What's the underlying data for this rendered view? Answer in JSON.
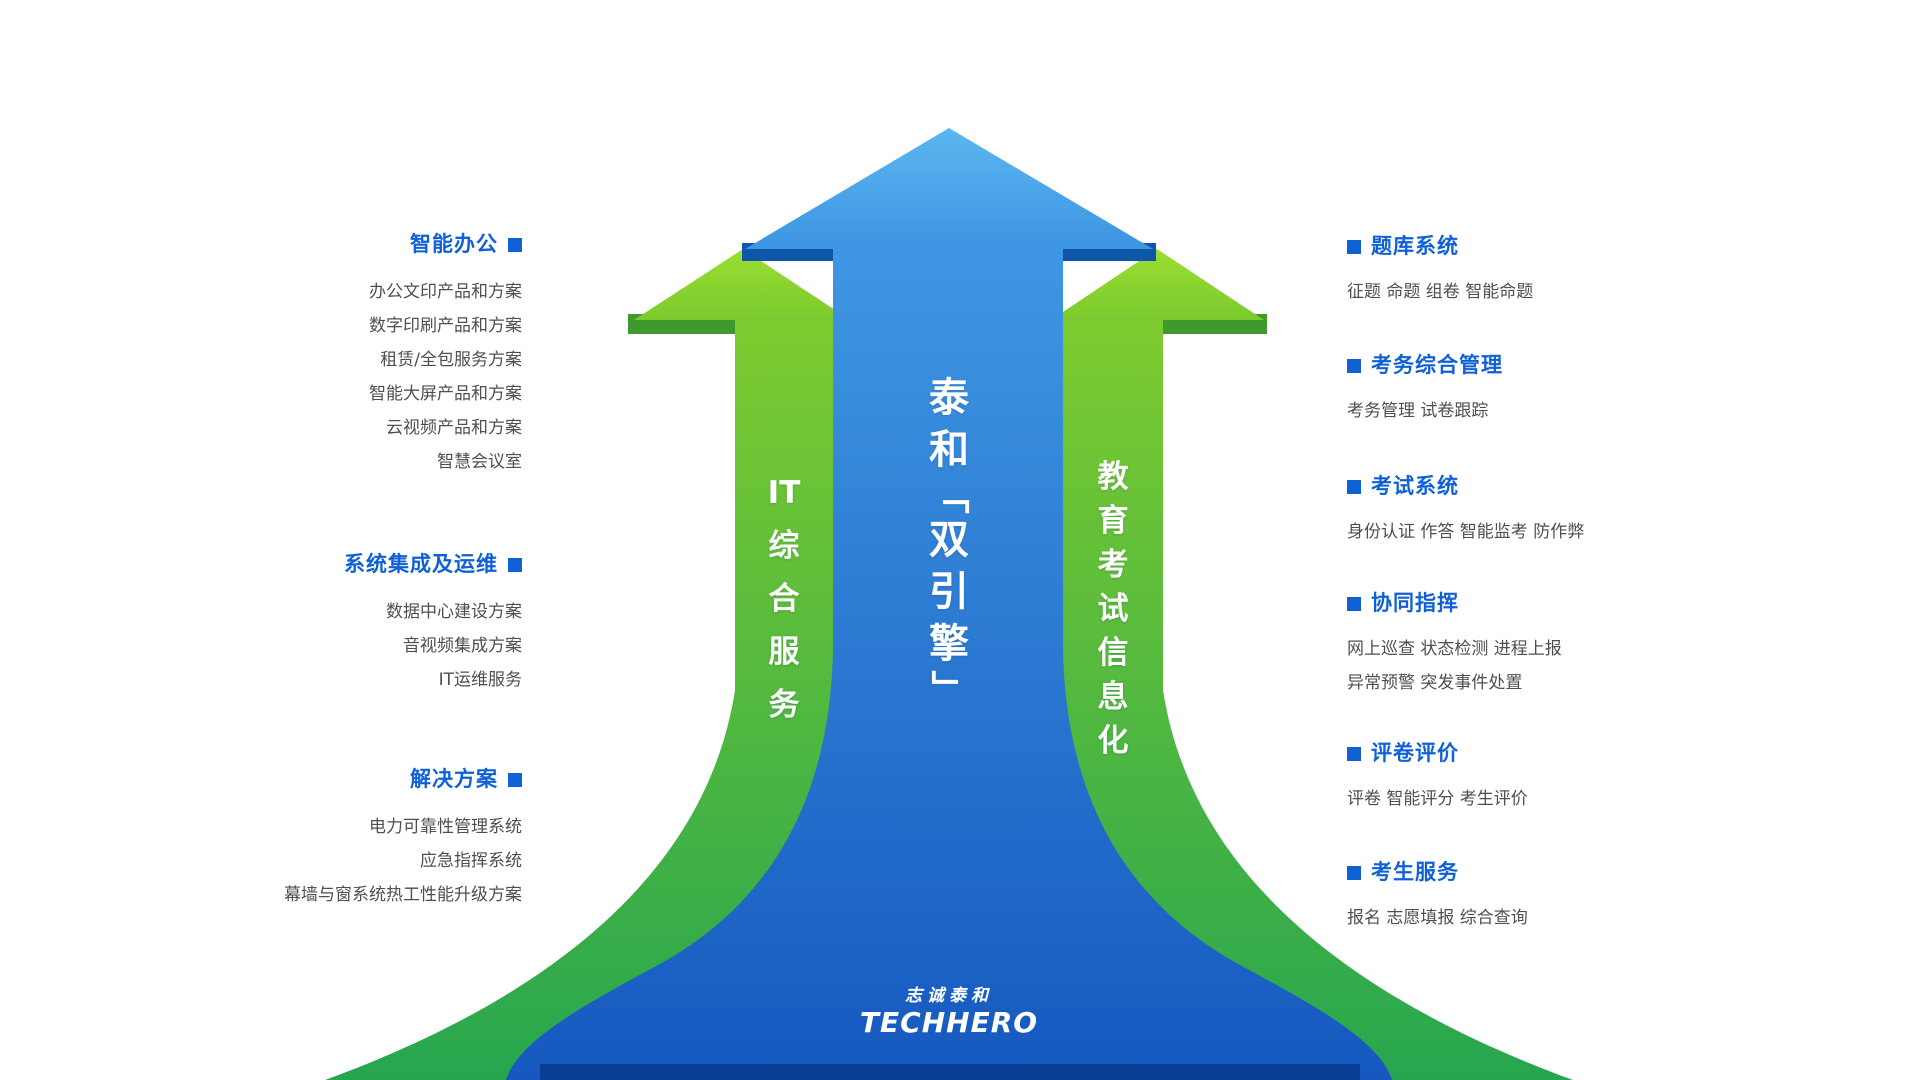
{
  "colors": {
    "accent_blue": "#1061d6",
    "blue_gradient_top": "#5cb6f0",
    "blue_gradient_bottom": "#1658bf",
    "blue_ledge": "#0e57a8",
    "green_gradient_top": "#9ade31",
    "green_gradient_bottom": "#27a64f",
    "green_ledge": "#3f9a2e",
    "body_text": "#4f4f4f"
  },
  "left_panel": {
    "groups": [
      {
        "title": "智能办公",
        "items": [
          "办公文印产品和方案",
          "数字印刷产品和方案",
          "租赁/全包服务方案",
          "智能大屏产品和方案",
          "云视频产品和方案",
          "智慧会议室"
        ]
      },
      {
        "title": "系统集成及运维",
        "items": [
          "数据中心建设方案",
          "音视频集成方案",
          "IT运维服务"
        ]
      },
      {
        "title": "解决方案",
        "items": [
          "电力可靠性管理系统",
          "应急指挥系统",
          "幕墙与窗系统热工性能升级方案"
        ]
      }
    ]
  },
  "right_panel": {
    "groups": [
      {
        "title": "题库系统",
        "items": [
          "征题 命题 组卷 智能命题"
        ]
      },
      {
        "title": "考务综合管理",
        "items": [
          "考务管理 试卷跟踪"
        ]
      },
      {
        "title": "考试系统",
        "items": [
          "身份认证 作答 智能监考 防作弊"
        ]
      },
      {
        "title": "协同指挥",
        "items": [
          "网上巡查 状态检测 进程上报",
          "异常预警 突发事件处置"
        ]
      },
      {
        "title": "评卷评价",
        "items": [
          "评卷 智能评分 考生评价"
        ]
      },
      {
        "title": "考生服务",
        "items": [
          "报名 志愿填报 综合查询"
        ]
      }
    ]
  },
  "center_arrow": {
    "label": "泰和「双引擎」",
    "chars": [
      "泰",
      "和",
      "「",
      "双",
      "引",
      "擎",
      "」"
    ]
  },
  "left_arrow": {
    "label": "IT综合服务",
    "chars": [
      "IT",
      "综",
      "合",
      "服",
      "务"
    ]
  },
  "right_arrow": {
    "label": "教育考试信息化",
    "chars": [
      "教",
      "育",
      "考",
      "试",
      "信",
      "息",
      "化"
    ]
  },
  "logo": {
    "cn": "志诚泰和",
    "en": "TECHHERO"
  }
}
